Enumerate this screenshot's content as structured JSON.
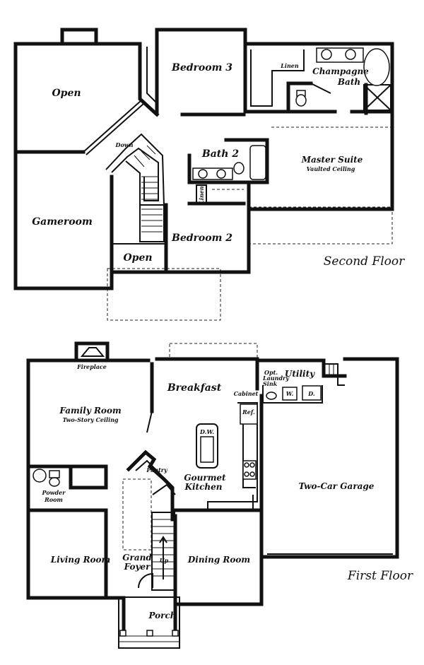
{
  "second_floor": {
    "title": "Second Floor",
    "rooms": {
      "open_upper": "Open",
      "bedroom3": "Bedroom 3",
      "linen_top": "Linen",
      "champagne_bath_line1": "Champagne",
      "champagne_bath_line2": "Bath",
      "down": "Down",
      "bath2": "Bath 2",
      "master_suite": "Master Suite",
      "master_note": "Vaulted Ceiling",
      "linen_side": "Linen",
      "gameroom": "Gameroom",
      "bedroom2": "Bedroom 2",
      "open_lower": "Open"
    }
  },
  "first_floor": {
    "title": "First Floor",
    "rooms": {
      "fireplace": "Fireplace",
      "breakfast": "Breakfast",
      "opt_laundry_line1": "Opt.",
      "opt_laundry_line2": "Laundry",
      "opt_laundry_line3": "Sink",
      "utility": "Utility",
      "cabinet": "Cabinet",
      "family_room": "Family Room",
      "family_note": "Two-Story Ceiling",
      "ref": "Ref.",
      "dw": "D.W.",
      "washer": "W.",
      "dryer": "D.",
      "pantry": "Pantry",
      "gourmet_line1": "Gourmet",
      "gourmet_line2": "Kitchen",
      "garage": "Two-Car Garage",
      "powder_line1": "Powder",
      "powder_line2": "Room",
      "living_room": "Living Room",
      "grand_line1": "Grand",
      "grand_line2": "Foyer",
      "up": "Up",
      "dining_room": "Dining Room",
      "porch": "Porch"
    }
  }
}
